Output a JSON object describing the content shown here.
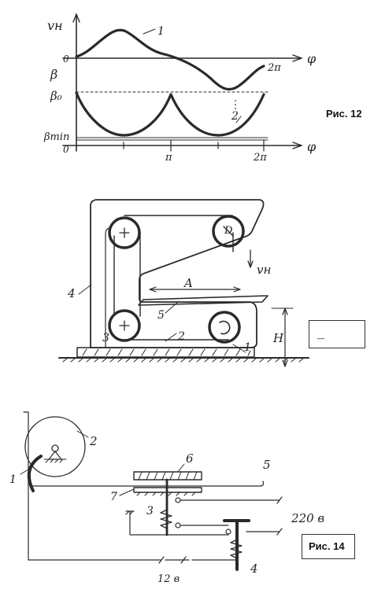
{
  "fig12": {
    "caption": "Рис. 12",
    "labels": {
      "vh": "vн",
      "zero_top": "0",
      "beta": "β",
      "beta0": "β₀",
      "beta_min": "βmin",
      "zero_bottom": "0",
      "phi_top": "φ",
      "phi_bottom": "φ",
      "two_pi_top": "2π",
      "pi": "π",
      "two_pi_bottom": "2π",
      "curve1": "1",
      "curve2": "2"
    }
  },
  "fig13": {
    "labels": {
      "vh": "vн",
      "A": "A",
      "H": "H",
      "D": "D",
      "n1": "1",
      "n2": "2",
      "n3": "3",
      "n4": "4",
      "n5": "5"
    },
    "box_text": "_"
  },
  "fig14": {
    "caption": "Рис. 14",
    "labels": {
      "n1": "1",
      "n2": "2",
      "n3": "3",
      "n4": "4",
      "n5": "5",
      "n6": "6",
      "n7": "7",
      "v220": "220 в",
      "v12": "12 в"
    }
  }
}
